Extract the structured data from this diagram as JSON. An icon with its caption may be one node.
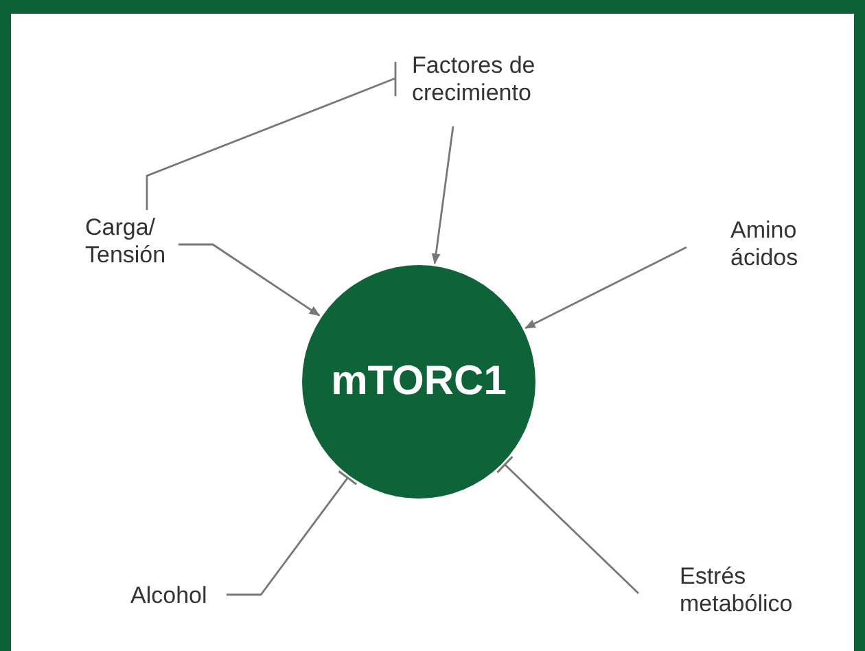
{
  "diagram": {
    "nodes": [
      {
        "text": [
          "mTORC1"
        ]
      },
      {
        "text": [
          "Factores de crecimiento"
        ]
      },
      {
        "text": [
          "Carga/ Tensión"
        ]
      },
      {
        "text": [
          "Amino ácidos"
        ]
      },
      {
        "text": [
          "Alcohol"
        ]
      },
      {
        "text": [
          "Estrés metabólico"
        ]
      }
    ],
    "edges": [
      {
        "from": 1,
        "to": 0,
        "arrow": "to"
      },
      {
        "from": 2,
        "to": 0,
        "arrow": "to"
      },
      {
        "from": 3,
        "to": 0,
        "arrow": "to"
      },
      {
        "from": 4,
        "to": 0,
        "arrow": "other"
      },
      {
        "from": 5,
        "to": 0,
        "arrow": "other"
      },
      {
        "from": 2,
        "to": 1,
        "arrow": "none"
      }
    ]
  }
}
